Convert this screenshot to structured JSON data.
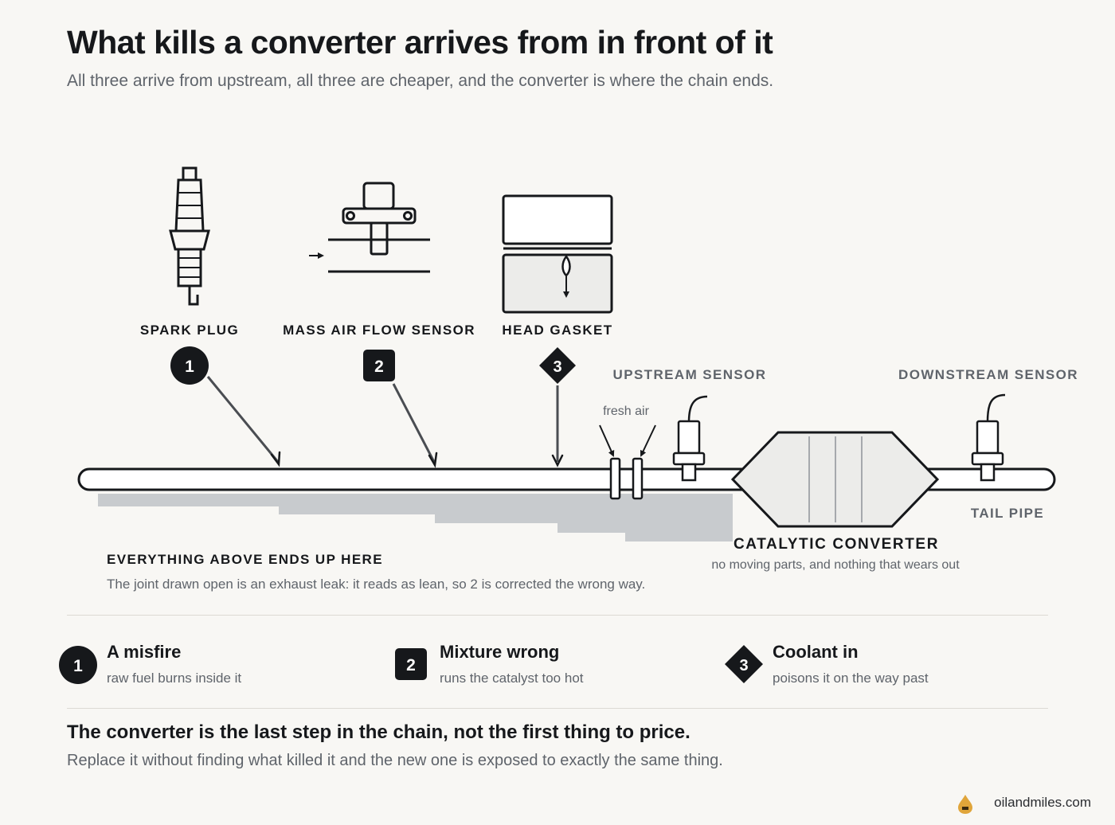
{
  "header": {
    "title": "What kills a converter arrives from in front of it",
    "subtitle": "All three arrive from upstream, all three are cheaper, and the converter is where the chain ends."
  },
  "diagram": {
    "components": {
      "spark_plug": "SPARK PLUG",
      "maf_sensor": "MASS AIR FLOW SENSOR",
      "head_gasket": "HEAD GASKET",
      "upstream_sensor": "UPSTREAM SENSOR",
      "downstream_sensor": "DOWNSTREAM SENSOR",
      "fresh_air": "fresh air",
      "tail_pipe": "TAIL PIPE",
      "catalytic_converter": "CATALYTIC CONVERTER",
      "converter_note": "no moving parts, and nothing that wears out"
    },
    "markers": [
      "1",
      "2",
      "3"
    ],
    "accumulation": {
      "title": "EVERYTHING ABOVE ENDS UP HERE",
      "note": "The joint drawn open is an exhaust leak: it reads as lean, so 2 is corrected the wrong way."
    }
  },
  "legend": [
    {
      "number": "1",
      "shape": "circle",
      "title": "A misfire",
      "desc": "raw fuel burns inside it"
    },
    {
      "number": "2",
      "shape": "square",
      "title": "Mixture wrong",
      "desc": "runs the catalyst too hot"
    },
    {
      "number": "3",
      "shape": "diamond",
      "title": "Coolant in",
      "desc": "poisons it on the way past"
    }
  ],
  "footer": {
    "title": "The converter is the last step in the chain, not the first thing to price.",
    "desc": "Replace it without finding what killed it and the new one is exposed to exactly the same thing."
  },
  "brand": {
    "name": "oilandmiles.com",
    "icon": "oil-drop-icon",
    "accent": "#e0a53a"
  },
  "colors": {
    "ink": "#16181b",
    "muted": "#5f646b",
    "deposit": "#c8cbce",
    "converter_fill": "#ececea"
  }
}
